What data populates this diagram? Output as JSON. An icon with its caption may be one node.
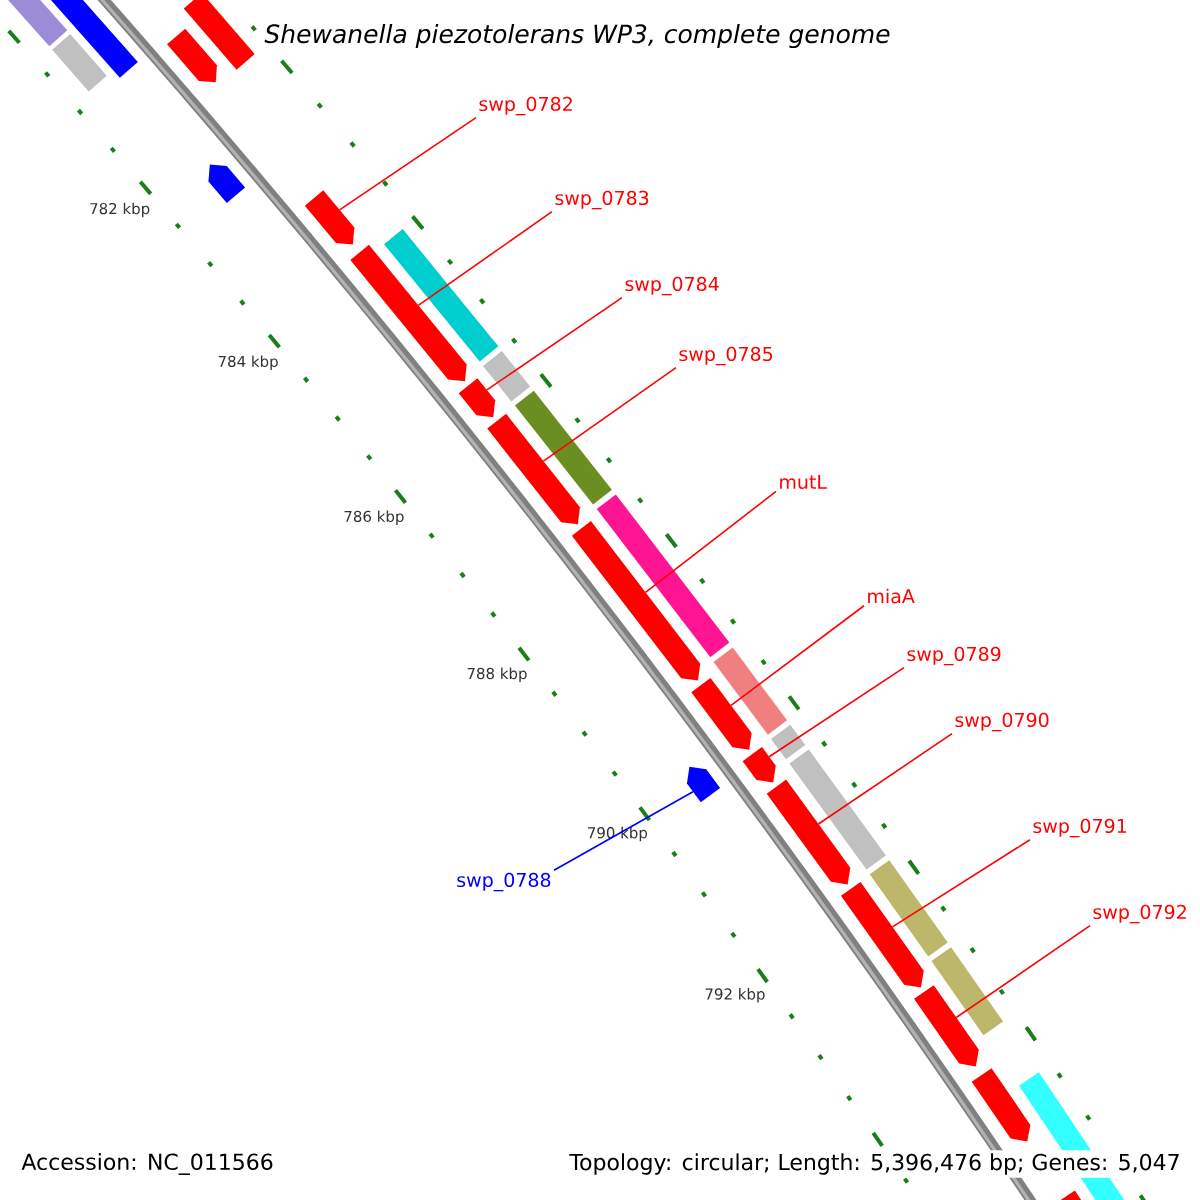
{
  "diagram": {
    "title": "Shewanella piezotolerans WP3, complete genome",
    "nodes": [
      {
        "text": [
          "swp_0782"
        ]
      },
      {
        "text": [
          "swp_0783"
        ]
      },
      {
        "text": [
          "swp_0784"
        ]
      },
      {
        "text": [
          "swp_0785"
        ]
      },
      {
        "text": [
          "mutL"
        ]
      },
      {
        "text": [
          "miaA"
        ]
      },
      {
        "text": [
          "swp_0789"
        ]
      },
      {
        "text": [
          "swp_0790"
        ]
      },
      {
        "text": [
          "swp_0791"
        ]
      },
      {
        "text": [
          "swp_0788"
        ]
      },
      {
        "text": [
          "swp_0792"
        ]
      },
      {
        "text": [],
        "shape": "bar"
      },
      {
        "text": [],
        "shape": "bar"
      },
      {
        "text": [],
        "shape": "bar"
      },
      {
        "text": [],
        "shape": "arrow"
      },
      {
        "text": [],
        "shape": "bar"
      },
      {
        "text": [],
        "shape": "arrow"
      },
      {
        "text": [],
        "shape": "arrow"
      },
      {
        "text": [],
        "shape": "bar"
      },
      {
        "text": [],
        "shape": "arrow"
      },
      {
        "text": [],
        "shape": "bar"
      },
      {
        "text": [],
        "shape": "arrow"
      },
      {
        "text": [],
        "shape": "bar"
      },
      {
        "text": [],
        "shape": "arrow"
      },
      {
        "text": [],
        "shape": "bar"
      },
      {
        "text": [],
        "shape": "arrow"
      },
      {
        "text": [],
        "shape": "bar"
      },
      {
        "text": [],
        "shape": "arrow"
      },
      {
        "text": [],
        "shape": "bar"
      },
      {
        "text": [],
        "shape": "arrow"
      },
      {
        "text": [],
        "shape": "arrow"
      },
      {
        "text": [],
        "shape": "bar"
      },
      {
        "text": [],
        "shape": "arrow"
      },
      {
        "text": [],
        "shape": "bar"
      },
      {
        "text": [],
        "shape": "arrow"
      },
      {
        "text": [],
        "shape": "bar"
      },
      {
        "text": [],
        "shape": "arrow"
      },
      {
        "text": [],
        "shape": "arrow"
      },
      {
        "text": [],
        "shape": "bar"
      },
      {
        "text": [],
        "shape": "arrow"
      }
    ],
    "edges": [
      {
        "from": 0,
        "to": 17,
        "arrow": "none"
      },
      {
        "from": 1,
        "to": 19,
        "arrow": "none"
      },
      {
        "from": 2,
        "to": 21,
        "arrow": "none"
      },
      {
        "from": 3,
        "to": 23,
        "arrow": "none"
      },
      {
        "from": 4,
        "to": 25,
        "arrow": "none"
      },
      {
        "from": 5,
        "to": 27,
        "arrow": "none"
      },
      {
        "from": 6,
        "to": 29,
        "arrow": "none"
      },
      {
        "from": 7,
        "to": 32,
        "arrow": "none"
      },
      {
        "from": 8,
        "to": 34,
        "arrow": "none"
      },
      {
        "from": 9,
        "to": 30,
        "arrow": "none",
        "color": "#0000ff"
      },
      {
        "from": 10,
        "to": 36,
        "arrow": "none"
      }
    ],
    "labels": [
      "782 kbp",
      "784 kbp",
      "786 kbp",
      "788 kbp",
      "790 kbp",
      "792 kbp",
      "Accession: NC_011566",
      "Topology: circular; Length: 5,396,476 bp; Genes: 5,047"
    ]
  }
}
